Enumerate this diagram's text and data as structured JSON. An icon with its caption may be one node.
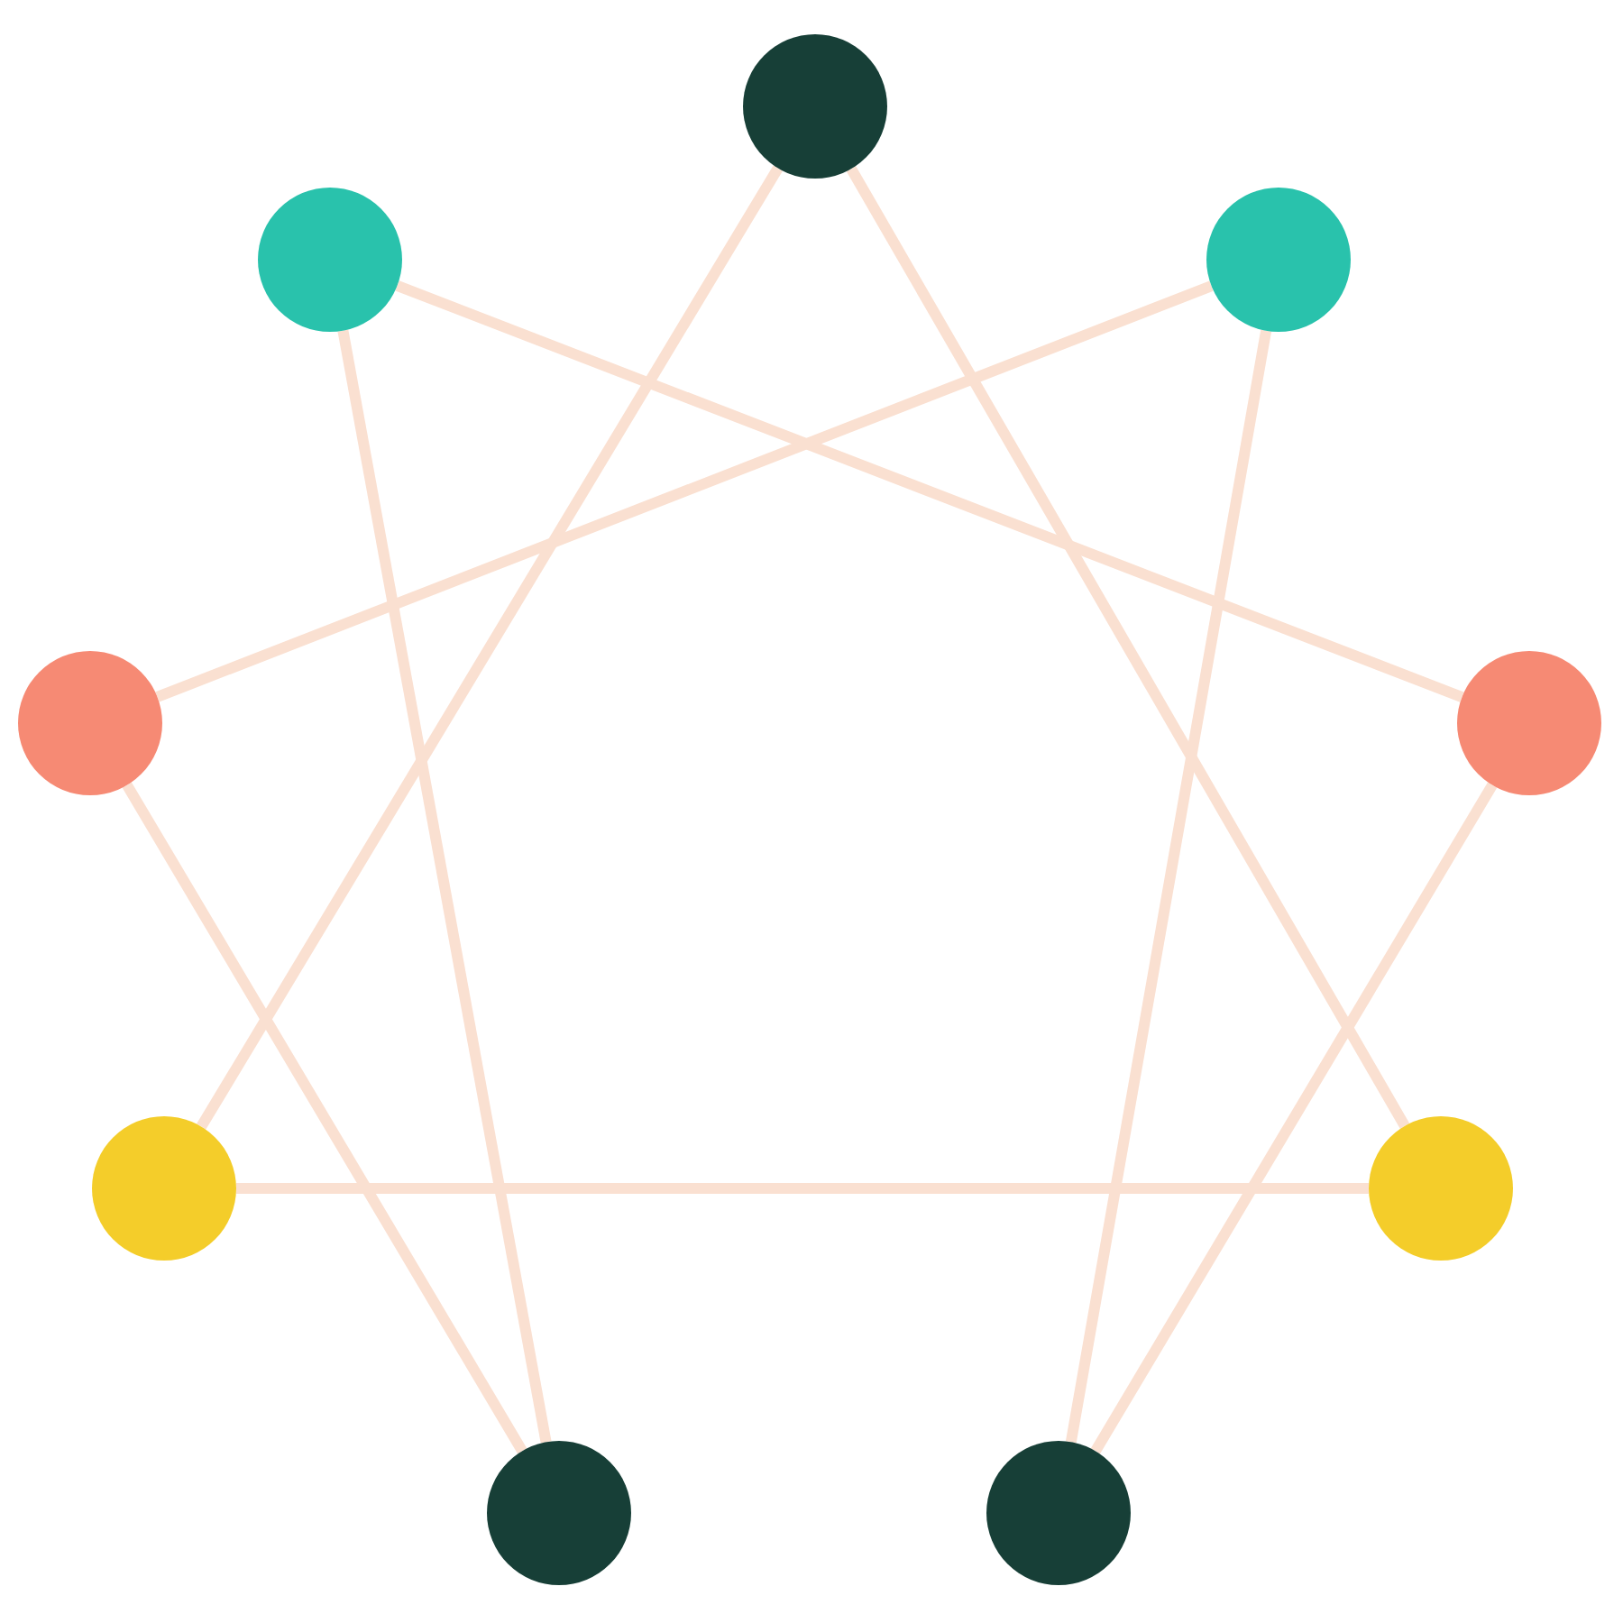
{
  "diagram": {
    "nodes": [
      {
        "text": [],
        "shape": "circle"
      },
      {
        "text": [],
        "shape": "circle"
      },
      {
        "text": [],
        "shape": "circle"
      },
      {
        "text": [],
        "shape": "circle"
      },
      {
        "text": [],
        "shape": "circle"
      },
      {
        "text": [],
        "shape": "circle"
      },
      {
        "text": [],
        "shape": "circle"
      },
      {
        "text": [],
        "shape": "circle"
      },
      {
        "text": [],
        "shape": "circle"
      }
    ],
    "edges": [
      {
        "from": 0,
        "to": 5,
        "arrow": "none"
      },
      {
        "from": 0,
        "to": 6,
        "arrow": "none"
      },
      {
        "from": 1,
        "to": 4,
        "arrow": "none"
      },
      {
        "from": 1,
        "to": 7,
        "arrow": "none"
      },
      {
        "from": 2,
        "to": 3,
        "arrow": "none"
      },
      {
        "from": 2,
        "to": 8,
        "arrow": "none"
      },
      {
        "from": 3,
        "to": 7,
        "arrow": "none"
      },
      {
        "from": 4,
        "to": 8,
        "arrow": "none"
      },
      {
        "from": 5,
        "to": 6,
        "arrow": "none"
      }
    ]
  }
}
